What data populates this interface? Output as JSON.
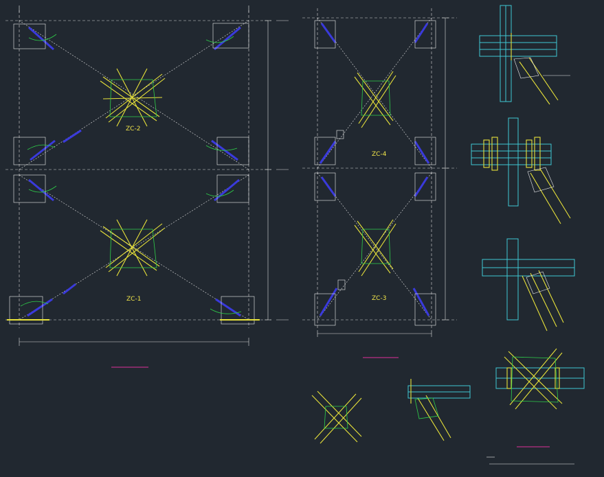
{
  "drawing": {
    "elevation_labels": {
      "zc2": "ZC-2",
      "zc1": "ZC-1",
      "zc4": "ZC-4",
      "zc3": "ZC-3"
    },
    "colors": {
      "background": "#212830",
      "grid_line": "#d8d8d8",
      "brace_member": "#e8e23a",
      "gusset_plate": "#3a3adc",
      "column_beam": "#3ec8d4",
      "weld_symbol": "#2fd04a",
      "title_underline": "#e0309a"
    }
  }
}
